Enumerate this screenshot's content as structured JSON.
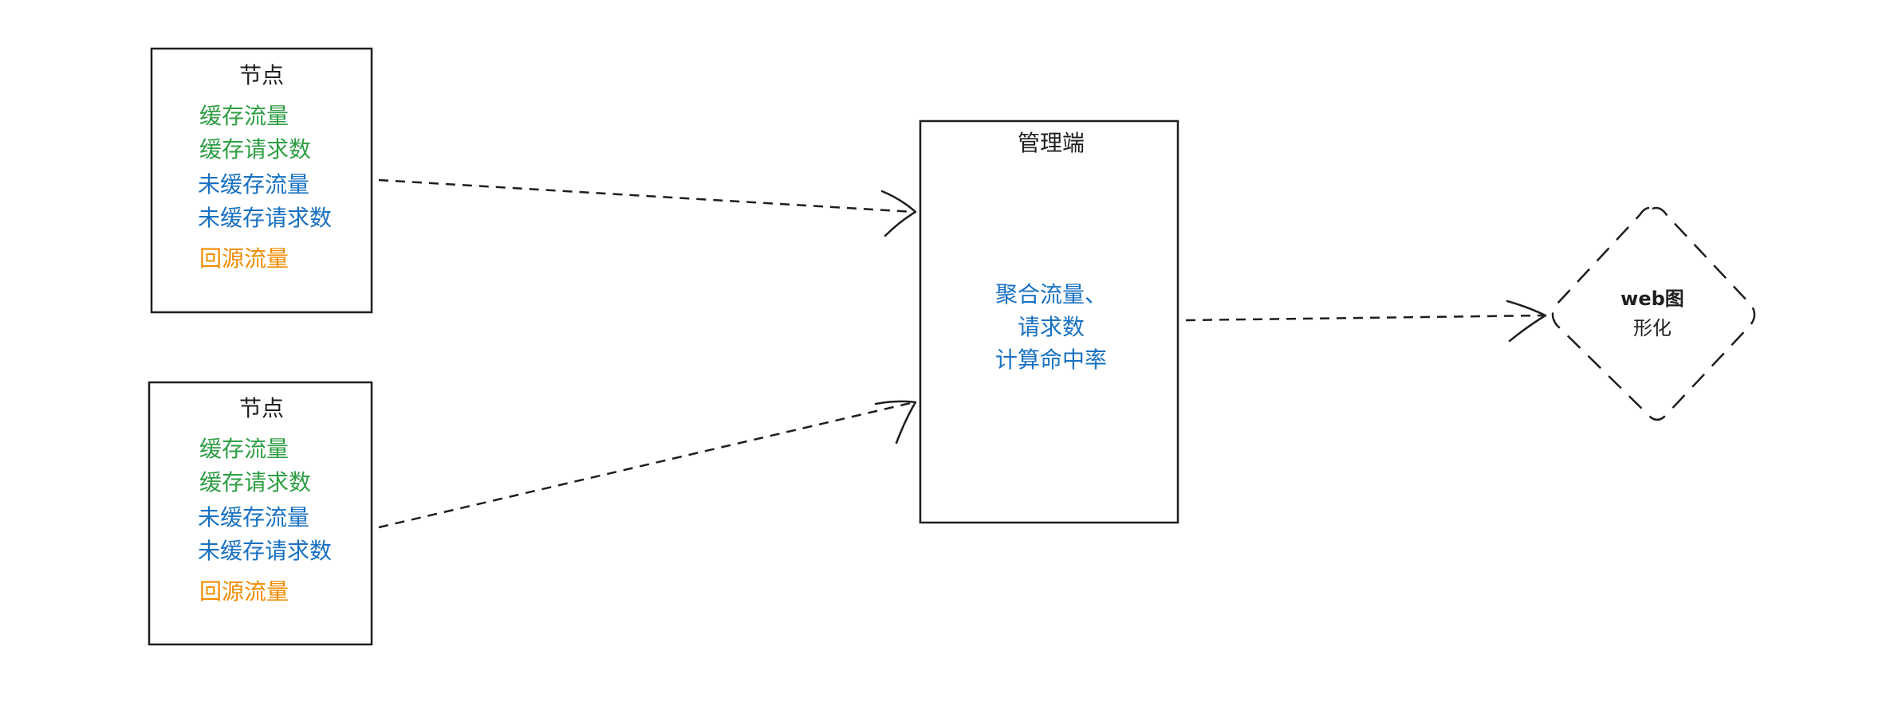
{
  "nodes": [
    {
      "title": "节点",
      "lines": [
        "缓存流量",
        "缓存请求数",
        "未缓存流量",
        "未缓存请求数",
        "回源流量"
      ]
    },
    {
      "title": "节点",
      "lines": [
        "缓存流量",
        "缓存请求数",
        "未缓存流量",
        "未缓存请求数",
        "回源流量"
      ]
    }
  ],
  "manager": {
    "title": "管理端",
    "lines": [
      "聚合流量、",
      "请求数",
      "计算命中率"
    ]
  },
  "web": {
    "lines": [
      "web图",
      "形化"
    ]
  },
  "colors": {
    "stroke": "#1e1e1e",
    "cached": "#2f9e44",
    "uncached": "#1971c2",
    "origin": "#f08c00"
  }
}
